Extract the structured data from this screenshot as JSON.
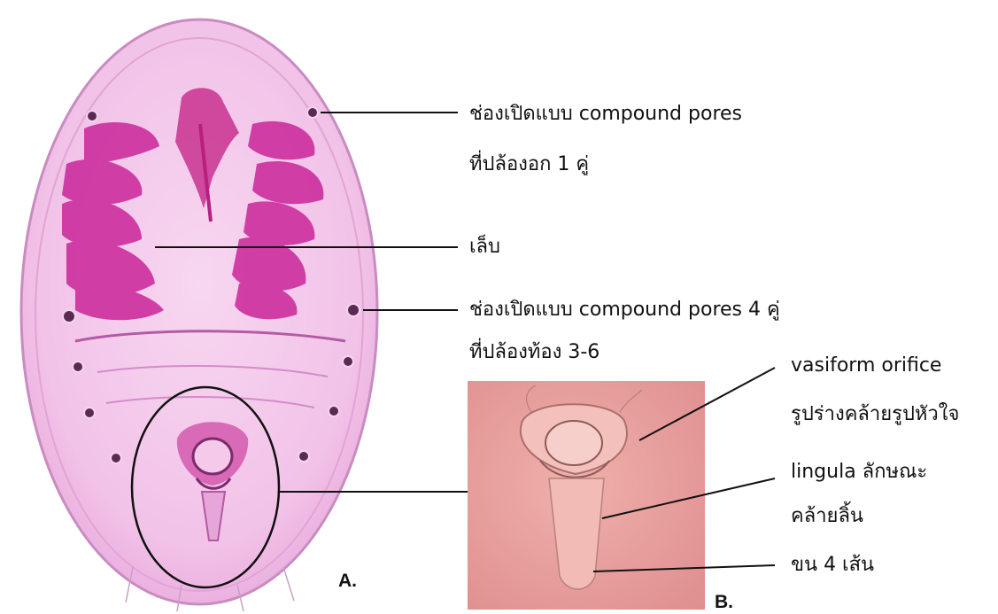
{
  "panels": {
    "a_label": "A.",
    "b_label": "B."
  },
  "annotations": {
    "compound_pores_thorax_line1": "ช่องเปิดแบบ compound pores",
    "compound_pores_thorax_line2": "ที่ปล้องอก 1 คู่",
    "claw": "เล็บ",
    "compound_pores_abdomen_line1": "ช่องเปิดแบบ compound pores 4 คู่",
    "compound_pores_abdomen_line2": "ที่ปล้องท้อง 3-6",
    "vasiform_line1": "vasiform  orifice",
    "vasiform_line2": "รูปร่างคล้ายรูปหัวใจ",
    "lingula_line1": "lingula ลักษณะ",
    "lingula_line2": "คล้ายลิ้น",
    "setae": "ขน 4 เส้น"
  },
  "colors": {
    "specimen_fill": "#f3c6ea",
    "specimen_edge": "#c98bc0",
    "stain_magenta": "#cc2a9c",
    "inset_background": "#e79a9a",
    "line": "#111111"
  }
}
